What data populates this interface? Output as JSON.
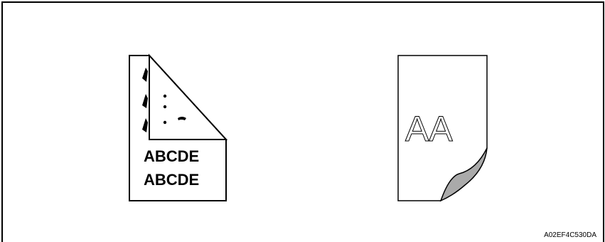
{
  "figure": {
    "code": "A02EF4C530DA",
    "left_sheet": {
      "lines": [
        "ABCDE",
        "ABCDE"
      ],
      "icon": "folded-corner-page-with-toner-marks"
    },
    "right_sheet": {
      "text": "AA",
      "icon": "curled-corner-page-with-outline-text"
    }
  }
}
